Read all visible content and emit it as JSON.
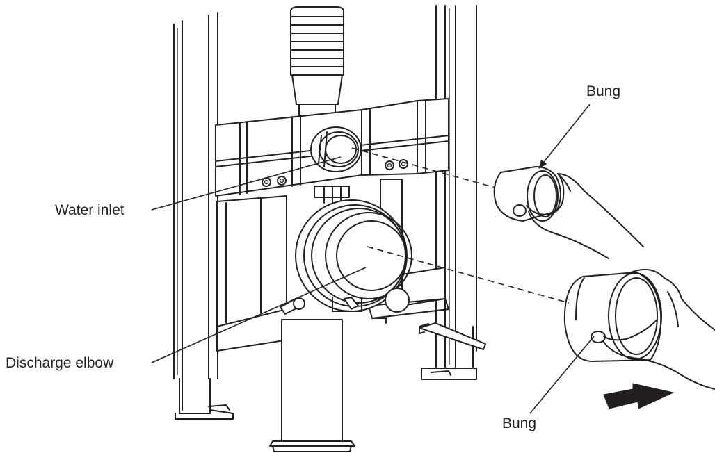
{
  "labels": {
    "water_inlet": "Water inlet",
    "discharge_elbow": "Discharge elbow",
    "bung_top": "Bung",
    "bung_bottom": "Bung"
  },
  "colors": {
    "line": "#231f20",
    "background": "#ffffff"
  }
}
